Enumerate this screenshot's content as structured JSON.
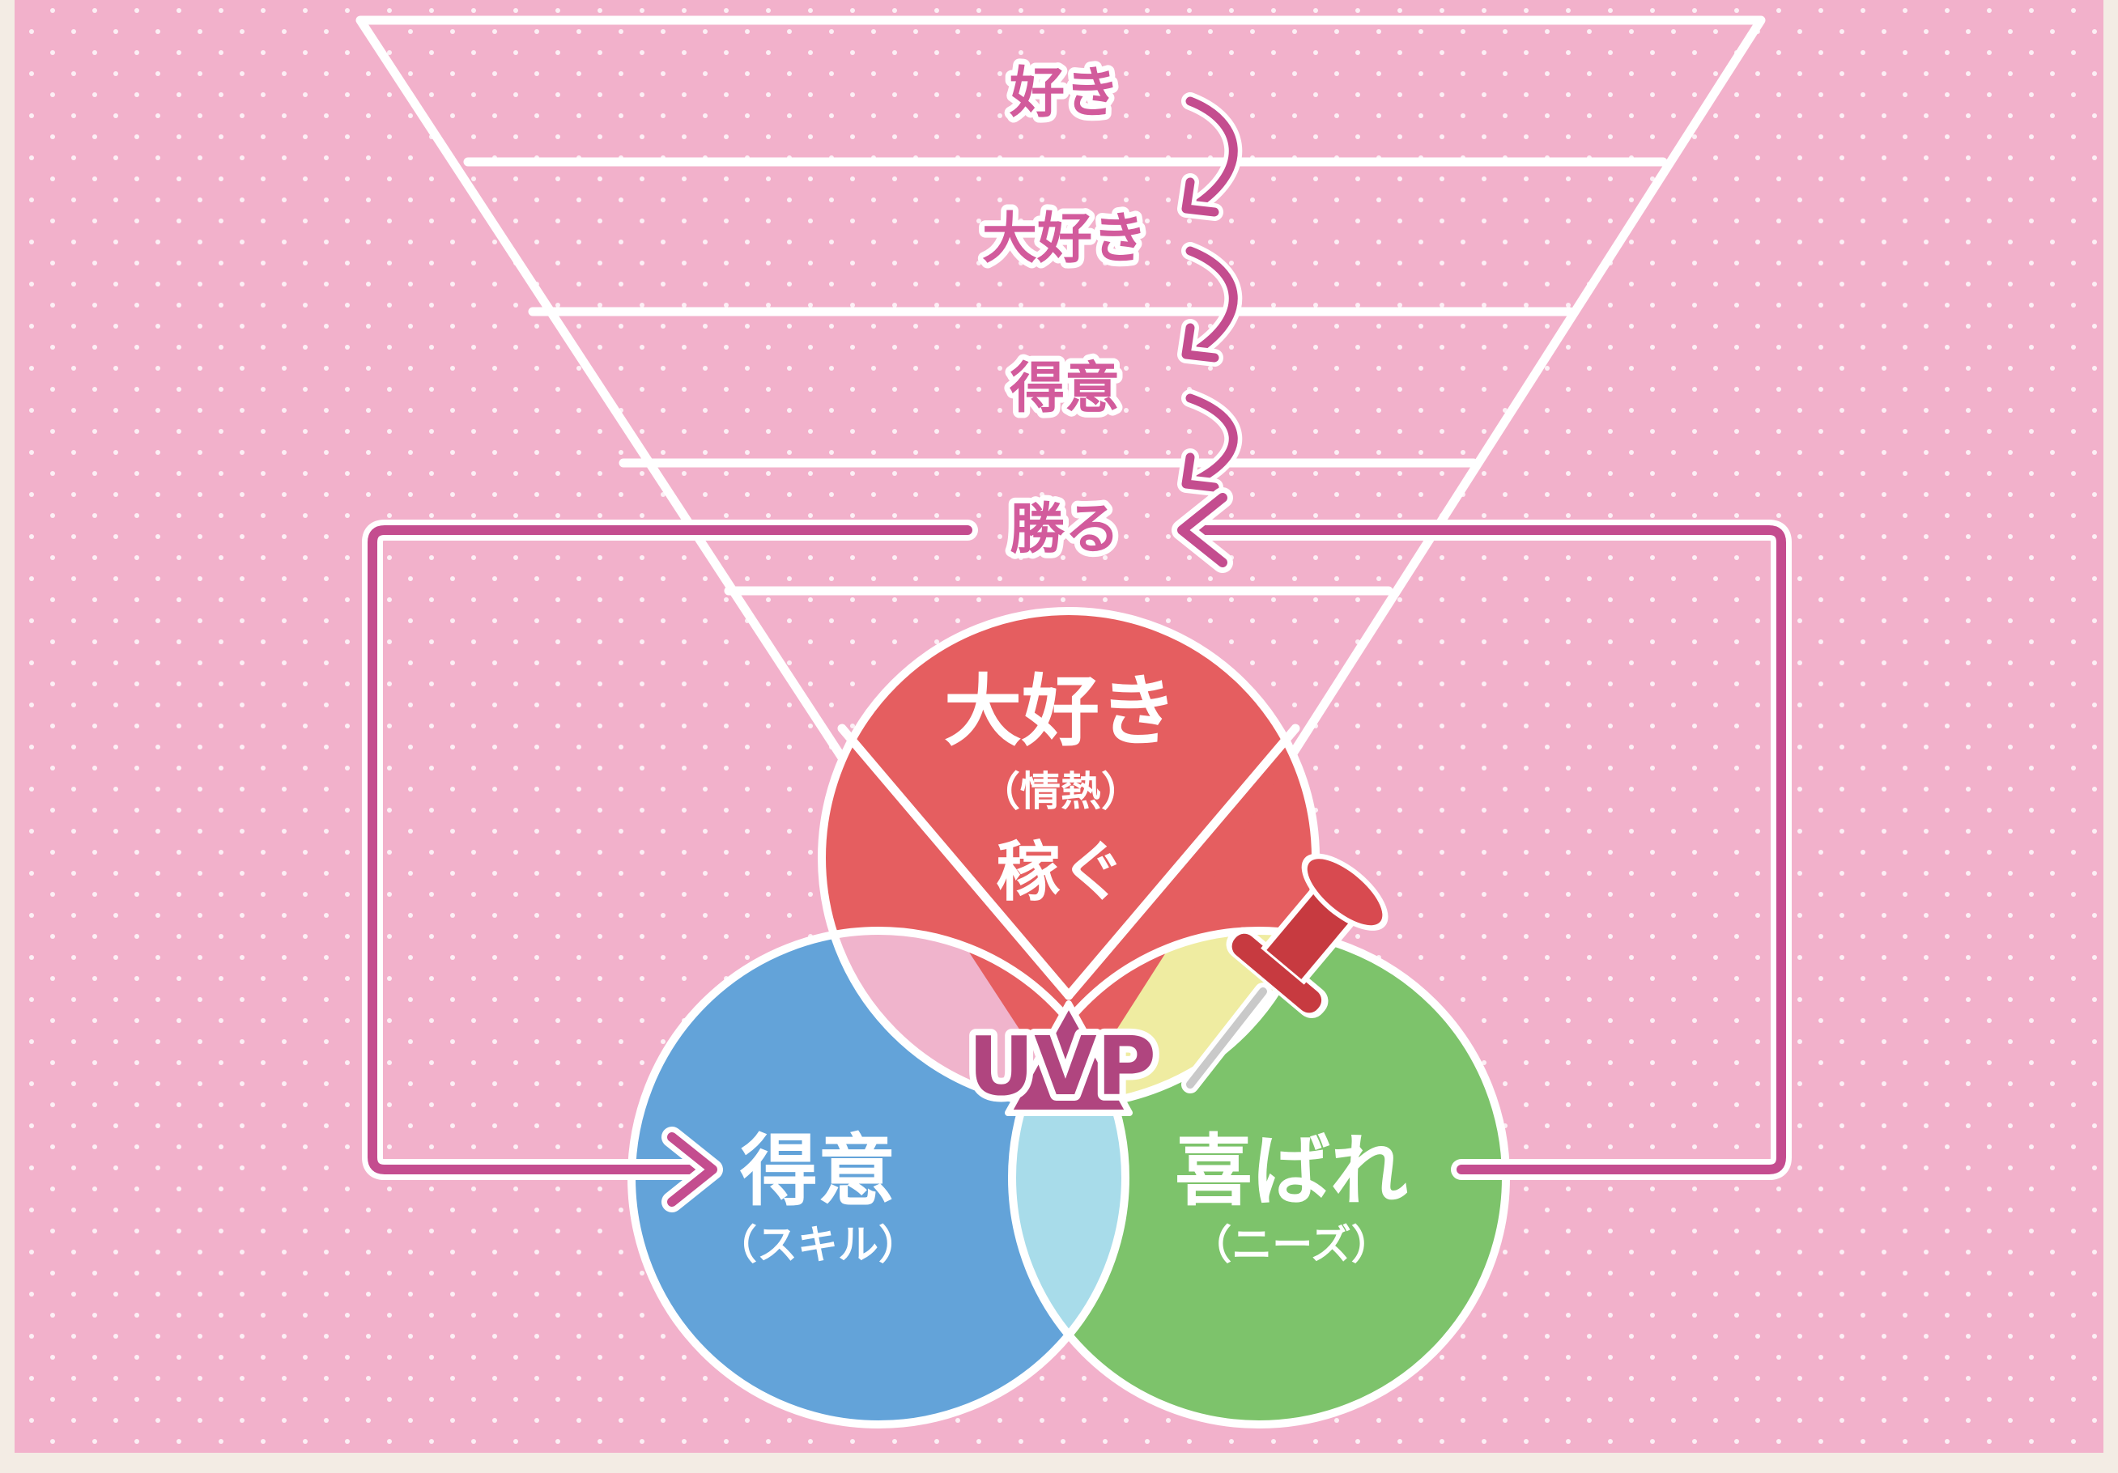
{
  "colors": {
    "page_border": "#f3ece4",
    "panel": "#f2b1cb",
    "dots": "#ffffff",
    "funnel_line": "#ffffff",
    "arrow": "#c44d8f",
    "label_text": "#d25b9c",
    "circle_red": "#e55e60",
    "circle_blue": "#63a3d9",
    "circle_green": "#7dc36b",
    "overlap_pink": "#f0b4cc",
    "overlap_yellow": "#efeca1",
    "overlap_lightblue": "#a8dcea",
    "center_triangle": "#b0457f",
    "pin_red": "#c73a40"
  },
  "funnel": {
    "levels": [
      "好き",
      "大好き",
      "得意",
      "勝る"
    ]
  },
  "venn": {
    "top": {
      "title": "大好き",
      "subtitle": "（情熱）",
      "extra": "稼ぐ"
    },
    "left": {
      "title": "得意",
      "subtitle": "（スキル）"
    },
    "right": {
      "title": "喜ばれ",
      "subtitle": "（ニーズ）"
    },
    "center": "UVP"
  },
  "icons": {
    "pin": "pushpin-icon",
    "arrows": [
      "curved-arrow-icon",
      "curved-arrow-icon",
      "curved-arrow-icon",
      "arrow-left-icon",
      "arrow-right-icon"
    ]
  }
}
